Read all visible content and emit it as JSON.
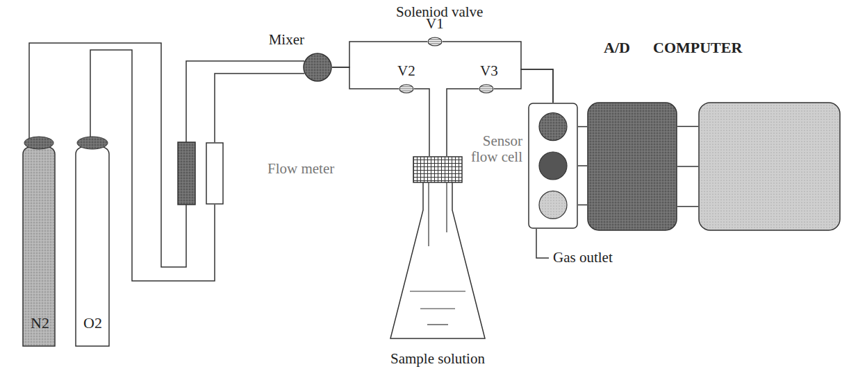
{
  "diagram": {
    "nodes": [
      {
        "text": [
          "N2"
        ]
      },
      {
        "text": [
          "O2"
        ]
      },
      {
        "text": [
          "Mixer"
        ]
      },
      {
        "text": [
          "V1"
        ]
      },
      {
        "text": [
          "V2"
        ]
      },
      {
        "text": [
          "V3"
        ]
      },
      {
        "text": [
          "Flow meter"
        ]
      },
      {
        "text": [
          "Sensor flow cell"
        ]
      },
      {
        "text": [
          "Sample solution"
        ]
      },
      {
        "text": [
          "A/D"
        ]
      },
      {
        "text": [
          "COMPUTER"
        ]
      }
    ],
    "edges": [
      {
        "from": 0,
        "to": 2,
        "arrow": "none"
      },
      {
        "from": 1,
        "to": 6,
        "arrow": "none"
      },
      {
        "from": 6,
        "to": 2,
        "arrow": "none"
      },
      {
        "from": 2,
        "to": 3,
        "arrow": "none"
      },
      {
        "from": 2,
        "to": 4,
        "arrow": "none"
      },
      {
        "from": 4,
        "to": 8,
        "arrow": "none"
      },
      {
        "from": 8,
        "to": 5,
        "arrow": "none"
      },
      {
        "from": 3,
        "to": 7,
        "arrow": "none"
      },
      {
        "from": 5,
        "to": 7,
        "arrow": "none"
      },
      {
        "from": 7,
        "to": 9,
        "arrow": "none"
      },
      {
        "from": 7,
        "to": 9,
        "arrow": "none"
      },
      {
        "from": 7,
        "to": 9,
        "arrow": "none"
      },
      {
        "from": 9,
        "to": 10,
        "arrow": "none"
      },
      {
        "from": 9,
        "to": 10,
        "arrow": "none"
      },
      {
        "from": 9,
        "to": 10,
        "arrow": "none"
      }
    ],
    "labels": [
      "Soleniod valve",
      "Gas outlet"
    ]
  }
}
